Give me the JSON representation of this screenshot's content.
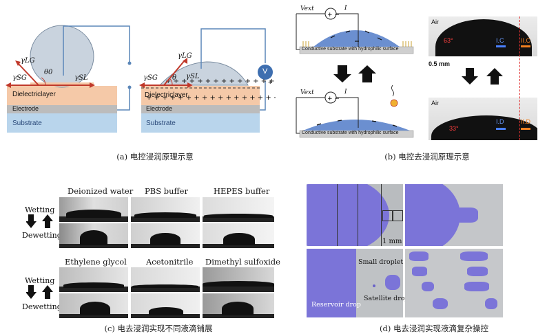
{
  "panel_a": {
    "caption": "(a) 电控浸润原理示意",
    "left": {
      "gamma_lg": "γLG",
      "theta": "θ0",
      "gamma_sg": "γSG",
      "gamma_sl": "γSL",
      "dielectric": "Dielectriclayer",
      "electrode": "Electrode",
      "substrate": "Substrate"
    },
    "right": {
      "gamma_lg": "γLG",
      "theta": "θ",
      "gamma_sg": "γSG",
      "gamma_sl": "γSL",
      "dielectric": "Dielectriclayer",
      "electrode": "Electrode",
      "substrate": "Substrate",
      "meter": "V",
      "plus": "+"
    },
    "colors": {
      "drop": "#c9d3de",
      "dielectric": "#f5c9a8",
      "electrode": "#bcbcbc",
      "substrate": "#b9d5ec",
      "wire": "#5a86b8",
      "arrow": "#c0392b"
    }
  },
  "panel_b": {
    "caption": "(b) 电控去浸润原理示意",
    "top": {
      "vext": "Vext",
      "current": "I",
      "substrate": "Conductive substrate with hydrophilic surface"
    },
    "bottom": {
      "vext": "Vext",
      "current": "I",
      "substrate": "Conductive substrate with hydrophilic surface"
    },
    "photo_top": {
      "air": "Air",
      "angle": "63°",
      "label_ic": "I.C",
      "label_iic": "II.C"
    },
    "scale": "0.5 mm",
    "photo_bottom": {
      "air": "Air",
      "angle": "33°",
      "label_id": "I.D",
      "label_iid": "II.D"
    }
  },
  "panel_c": {
    "caption": "(c) 电去浸润实现不同液滴铺展",
    "row_labels": {
      "wetting": "Wetting",
      "dewetting": "Dewetting"
    },
    "top_titles": [
      "Deionized water",
      "PBS buffer",
      "HEPES buffer"
    ],
    "bottom_titles": [
      "Ethylene glycol",
      "Acetonitrile",
      "Dimethyl sulfoxide"
    ]
  },
  "panel_d": {
    "caption": "(d) 电去浸润实现液滴复杂操控",
    "scale": "1 mm",
    "reservoir": "Reservoir drop",
    "small": "Small droplet",
    "satellite": "Satellite drop"
  }
}
